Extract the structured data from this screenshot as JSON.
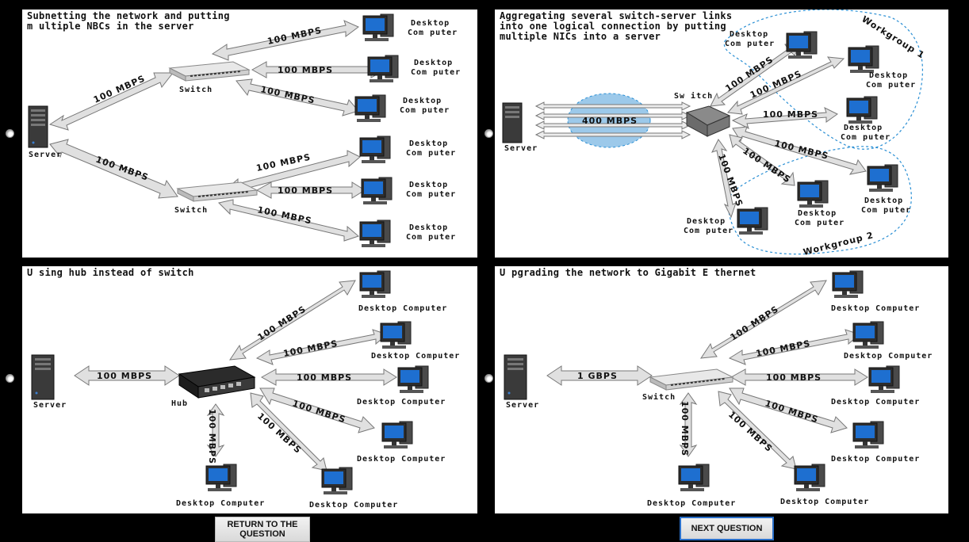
{
  "panels": [
    {
      "title": "Subnetting the network and putting\nm ultiple NBCs in the server",
      "server": "Server",
      "switch": "Switch",
      "speed": "100 MBPS",
      "desktop_line1": "Desktop",
      "desktop_line2": "Com puter"
    },
    {
      "title": "Aggregating several switch-server links\ninto one logical connection by putting\nmultiple NICs into a server",
      "server": "Server",
      "switch": "Sw itch",
      "aggregate_speed": "400 MBPS",
      "speed": "100 MBPS",
      "desktop_line1": "Desktop",
      "desktop_line2": "Com puter",
      "workgroup1": "Workgroup 1",
      "workgroup2": "Workgroup 2"
    },
    {
      "title": "U sing hub instead of switch",
      "server": "Server",
      "hub": "Hub",
      "speed": "100 MBPS",
      "desktop": "Desktop Computer"
    },
    {
      "title": "U pgrading the network to Gigabit E thernet",
      "server": "Server",
      "switch": "Switch",
      "uplink_speed": "1 GBPS",
      "speed": "100 MBPS",
      "desktop": "Desktop Computer"
    }
  ],
  "buttons": {
    "return": "RETURN TO THE\nQUESTION",
    "next": "NEXT QUESTION"
  },
  "colors": {
    "background": "#000000",
    "arrow_fill": "#e0e0e0",
    "aggregate_ellipse": "#9cc9ea",
    "workgroup_outline": "#2a8fd4",
    "next_button_border": "#2a6fc9"
  }
}
